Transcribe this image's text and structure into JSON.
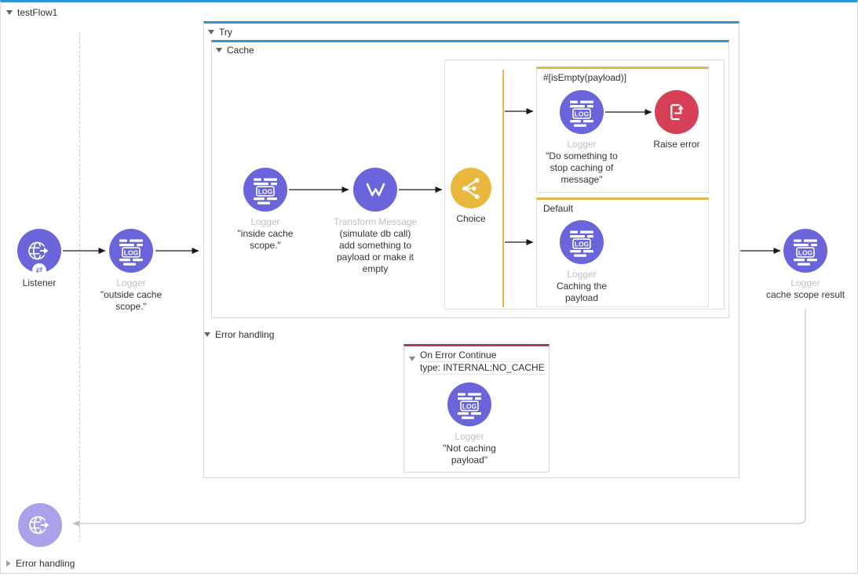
{
  "colors": {
    "purple": "#6A65DB",
    "purple-faded": "#A7A2EA",
    "gold": "#E8B93E",
    "red": "#D64057",
    "red-dark": "#AC3B52",
    "blue": "#2E96D5",
    "yellow": "#E2B64C"
  },
  "flow": {
    "title": "testFlow1",
    "error_handling_label": "Error handling"
  },
  "source": {
    "listener": {
      "label": "Listener",
      "icon": "globe-icon",
      "badge_icon": "request-response-icon"
    }
  },
  "main_flow": {
    "logger_outside": {
      "label": "Logger",
      "doc": "\"outside cache scope.\"",
      "icon": "logger-icon"
    }
  },
  "try_scope": {
    "label": "Try",
    "error_handling_label": "Error handling",
    "on_error": {
      "title": "On Error Continue",
      "subtitle": "type: INTERNAL:NO_CACHE",
      "logger": {
        "label": "Logger",
        "doc": "\"Not caching payload\"",
        "icon": "logger-icon"
      }
    }
  },
  "cache_scope": {
    "label": "Cache",
    "logger_inside": {
      "label": "Logger",
      "doc": "\"inside cache scope.\"",
      "icon": "logger-icon"
    },
    "transform": {
      "label": "Transform Message",
      "doc": "(simulate db call) add something to payload or make it empty",
      "icon": "dataweave-icon"
    },
    "choice": {
      "label": "Choice",
      "icon": "branch-icon"
    },
    "when_branch": {
      "condition": "#[isEmpty(payload)]",
      "logger": {
        "label": "Logger",
        "doc": "\"Do something to stop caching of message\"",
        "icon": "logger-icon"
      },
      "raise_error": {
        "label": "Raise error",
        "icon": "raise-error-icon"
      }
    },
    "default_branch": {
      "label": "Default",
      "logger": {
        "label": "Logger",
        "doc": "Caching the payload",
        "icon": "logger-icon"
      }
    }
  },
  "result": {
    "logger": {
      "label": "Logger",
      "doc": "cache scope result",
      "icon": "logger-icon"
    }
  }
}
